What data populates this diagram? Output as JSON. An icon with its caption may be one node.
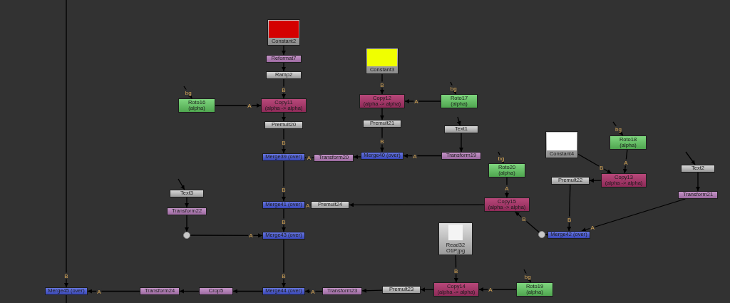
{
  "diagram": {
    "nodes": [
      {
        "text": [
          "Constant2"
        ]
      },
      {
        "text": [
          "Reformat7"
        ]
      },
      {
        "text": [
          "Ramp2"
        ]
      },
      {
        "text": [
          "Roto16",
          "(alpha)"
        ]
      },
      {
        "text": [
          "Copy11",
          "(alpha -> alpha)"
        ]
      },
      {
        "text": [
          "Premult20"
        ]
      },
      {
        "text": [
          "Merge39 (over)"
        ]
      },
      {
        "text": [
          "Transform20"
        ]
      },
      {
        "text": [
          "Constant3"
        ]
      },
      {
        "text": [
          "Copy12",
          "(alpha -> alpha)"
        ]
      },
      {
        "text": [
          "Roto17",
          "(alpha)"
        ]
      },
      {
        "text": [
          "Premult21"
        ]
      },
      {
        "text": [
          "Text1"
        ]
      },
      {
        "text": [
          "Merge40 (over)"
        ]
      },
      {
        "text": [
          "Transform19"
        ]
      },
      {
        "text": [
          "Constant4"
        ]
      },
      {
        "text": [
          "Roto18",
          "(alpha)"
        ]
      },
      {
        "text": [
          "Roto20",
          "(alpha)"
        ]
      },
      {
        "text": [
          "Copy13",
          "(alpha -> alpha)"
        ]
      },
      {
        "text": [
          "Premult22"
        ]
      },
      {
        "text": [
          "Text2"
        ]
      },
      {
        "text": [
          "Transform21"
        ]
      },
      {
        "text": [
          "Text3"
        ]
      },
      {
        "text": [
          "Transform22"
        ]
      },
      {
        "text": [],
        "shape": "circle"
      },
      {
        "text": [
          "Merge41 (over)"
        ]
      },
      {
        "text": [
          "Premult24"
        ]
      },
      {
        "text": [
          "Copy15",
          "(alpha -> alpha)"
        ]
      },
      {
        "text": [
          "Merge43 (over)"
        ]
      },
      {
        "text": [],
        "shape": "circle"
      },
      {
        "text": [
          "Merge42 (over)"
        ]
      },
      {
        "text": [
          "Read32",
          "O1P.jpg"
        ]
      },
      {
        "text": [
          "Merge45 (over)"
        ]
      },
      {
        "text": [
          "Transform24"
        ]
      },
      {
        "text": [
          "Crop5"
        ]
      },
      {
        "text": [
          "Merge44 (over)"
        ]
      },
      {
        "text": [
          "Transform23"
        ]
      },
      {
        "text": [
          "Premult23"
        ]
      },
      {
        "text": [
          "Copy14",
          "(alpha -> alpha)"
        ]
      },
      {
        "text": [
          "Roto19",
          "(alpha)"
        ]
      }
    ],
    "edges": [
      {
        "from": 0,
        "to": 1,
        "arrow": "to"
      },
      {
        "from": 1,
        "to": 2,
        "arrow": "to"
      },
      {
        "from": 2,
        "to": 4,
        "arrow": "to",
        "label": "B"
      },
      {
        "from": null,
        "to": 3,
        "arrow": "to",
        "label": "bg"
      },
      {
        "from": 3,
        "to": 4,
        "arrow": "to",
        "label": "A"
      },
      {
        "from": 4,
        "to": 5,
        "arrow": "to"
      },
      {
        "from": 5,
        "to": 6,
        "arrow": "to",
        "label": "B"
      },
      {
        "from": 7,
        "to": 6,
        "arrow": "to",
        "label": "A"
      },
      {
        "from": 8,
        "to": 9,
        "arrow": "to",
        "label": "B"
      },
      {
        "from": null,
        "to": 10,
        "arrow": "to",
        "label": "bg"
      },
      {
        "from": 10,
        "to": 9,
        "arrow": "to",
        "label": "A"
      },
      {
        "from": 9,
        "to": 11,
        "arrow": "to"
      },
      {
        "from": null,
        "to": 12,
        "arrow": "to"
      },
      {
        "from": 12,
        "to": 14,
        "arrow": "to"
      },
      {
        "from": 11,
        "to": 13,
        "arrow": "to",
        "label": "B"
      },
      {
        "from": 14,
        "to": 13,
        "arrow": "to",
        "label": "A"
      },
      {
        "from": 13,
        "to": 7,
        "arrow": "to"
      },
      {
        "from": null,
        "to": 16,
        "arrow": "to",
        "label": "bg"
      },
      {
        "from": 15,
        "to": 18,
        "arrow": "to",
        "label": "B"
      },
      {
        "from": 16,
        "to": 18,
        "arrow": "to",
        "label": "A"
      },
      {
        "from": 18,
        "to": 19,
        "arrow": "to"
      },
      {
        "from": null,
        "to": 20,
        "arrow": "to"
      },
      {
        "from": 20,
        "to": 21,
        "arrow": "to"
      },
      {
        "from": null,
        "to": 17,
        "arrow": "to",
        "label": "bg"
      },
      {
        "from": 17,
        "to": 27,
        "arrow": "to",
        "label": "A"
      },
      {
        "from": 19,
        "to": 30,
        "arrow": "to",
        "label": "B"
      },
      {
        "from": 21,
        "to": 30,
        "arrow": "to",
        "label": "A"
      },
      {
        "from": 30,
        "to": 29,
        "arrow": "to"
      },
      {
        "from": 29,
        "to": 27,
        "arrow": "to",
        "label": "B"
      },
      {
        "from": 27,
        "to": 26,
        "arrow": "to"
      },
      {
        "from": 26,
        "to": 25,
        "arrow": "to",
        "label": "A"
      },
      {
        "from": 6,
        "to": 25,
        "arrow": "to",
        "label": "B"
      },
      {
        "from": null,
        "to": 22,
        "arrow": "to"
      },
      {
        "from": 22,
        "to": 23,
        "arrow": "to"
      },
      {
        "from": 23,
        "to": 24,
        "arrow": "to"
      },
      {
        "from": 25,
        "to": 28,
        "arrow": "to",
        "label": "B"
      },
      {
        "from": 24,
        "to": 28,
        "arrow": "to",
        "label": "A"
      },
      {
        "from": 28,
        "to": 35,
        "arrow": "to",
        "label": "B"
      },
      {
        "from": null,
        "to": 39,
        "arrow": "to",
        "label": "bg"
      },
      {
        "from": 31,
        "to": 38,
        "arrow": "to",
        "label": "B"
      },
      {
        "from": 39,
        "to": 38,
        "arrow": "to",
        "label": "A"
      },
      {
        "from": 38,
        "to": 37,
        "arrow": "to"
      },
      {
        "from": 37,
        "to": 36,
        "arrow": "to"
      },
      {
        "from": 36,
        "to": 35,
        "arrow": "to",
        "label": "A"
      },
      {
        "from": 35,
        "to": 34,
        "arrow": "to"
      },
      {
        "from": 34,
        "to": 33,
        "arrow": "to"
      },
      {
        "from": 33,
        "to": 32,
        "arrow": "to",
        "label": "A"
      },
      {
        "from": null,
        "to": 32,
        "arrow": "to",
        "label": "B"
      },
      {
        "from": 32,
        "to": null,
        "arrow": "none"
      }
    ]
  }
}
